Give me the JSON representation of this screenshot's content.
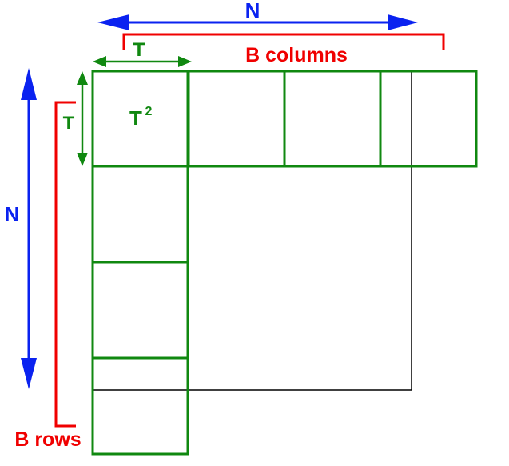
{
  "labels": {
    "n_top": "N",
    "n_left": "N",
    "b_columns": "B columns",
    "b_rows": "B rows",
    "t_horizontal": "T",
    "t_vertical": "T",
    "t_squared_base": "T",
    "t_squared_exp": "2"
  },
  "colors": {
    "blue": "#0a22f0",
    "red": "#f00000",
    "green": "#108810",
    "black": "#000000"
  }
}
